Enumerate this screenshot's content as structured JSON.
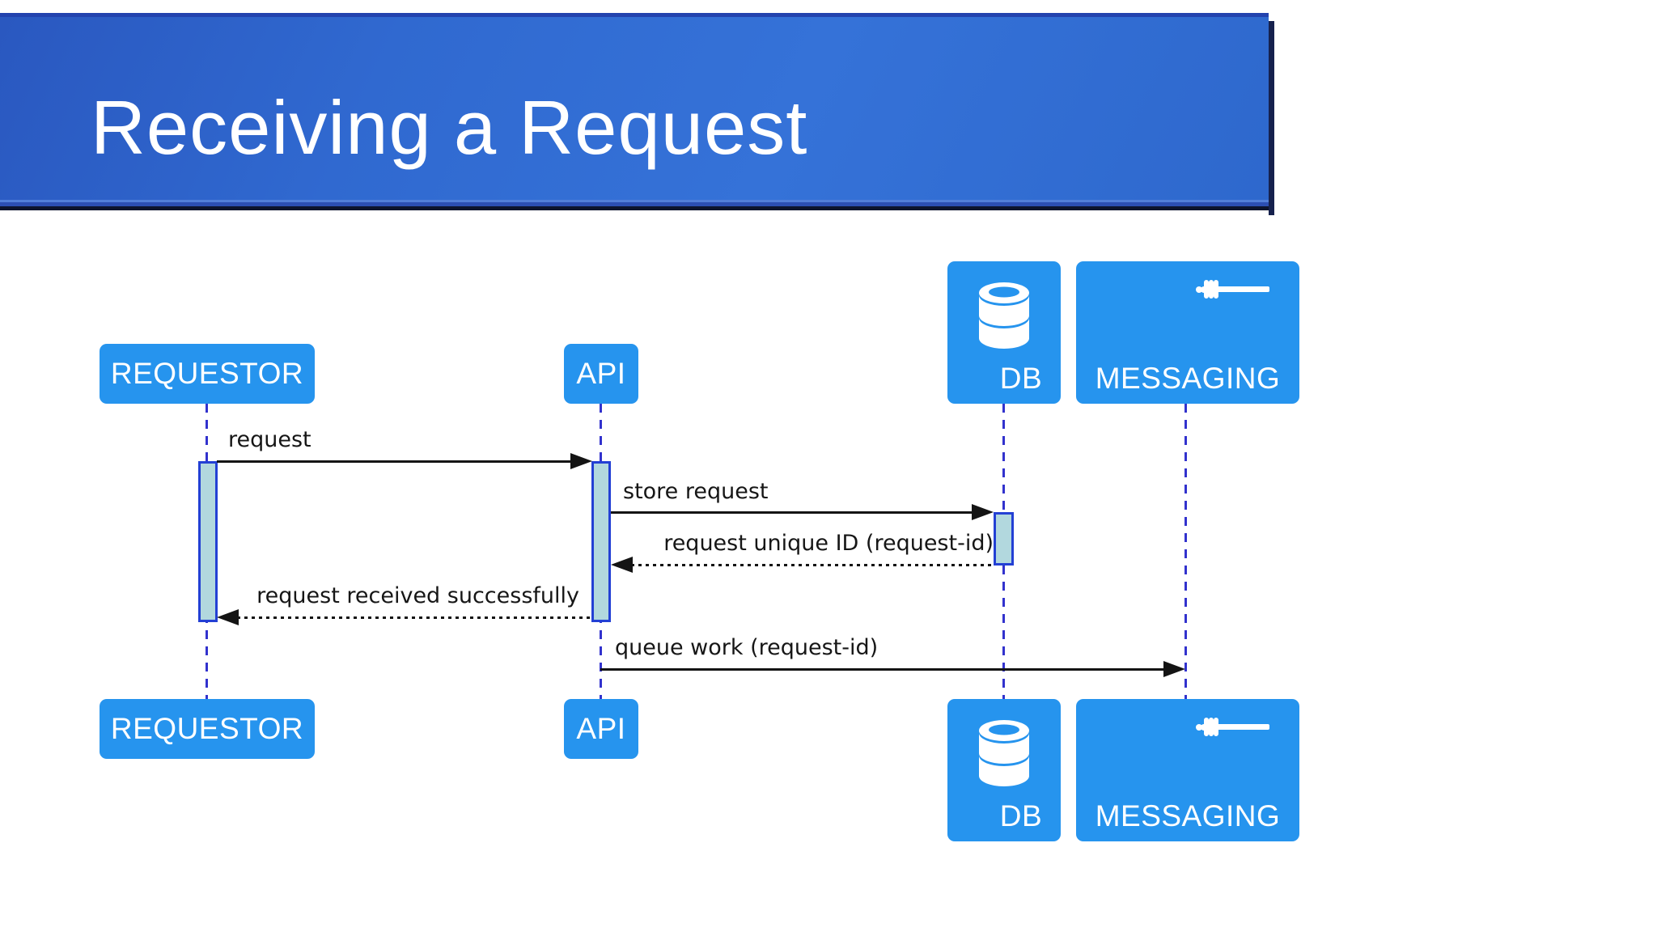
{
  "slide": {
    "title": "Receiving a Request"
  },
  "diagram": {
    "type": "sequence-diagram",
    "actors": [
      {
        "id": "requestor",
        "label": "REQUESTOR",
        "icon": null
      },
      {
        "id": "api",
        "label": "API",
        "icon": null
      },
      {
        "id": "db",
        "label": "DB",
        "icon": "database-icon"
      },
      {
        "id": "messaging",
        "label": "MESSAGING",
        "icon": "server-rack-icon"
      }
    ],
    "messages": [
      {
        "from": "REQUESTOR",
        "to": "API",
        "label": "request",
        "line": "solid"
      },
      {
        "from": "API",
        "to": "DB",
        "label": "store request",
        "line": "solid"
      },
      {
        "from": "DB",
        "to": "API",
        "label": "request unique ID (request-id)",
        "line": "dotted"
      },
      {
        "from": "API",
        "to": "REQUESTOR",
        "label": "request received successfully",
        "line": "dotted"
      },
      {
        "from": "API",
        "to": "MESSAGING",
        "label": "queue work (request-id)",
        "line": "solid"
      }
    ],
    "colors": {
      "actor_box": "#2694ee",
      "actor_text": "#ffffff",
      "banner_top_line": "#2343ae",
      "banner_body": "#3069d0",
      "banner_bevel": "#527fd9",
      "banner_shadow": "#0d142d",
      "activation_fill": "#b2d8de",
      "activation_border": "#2340d4",
      "lifeline": "#3232cd",
      "arrow": "#141414",
      "message_text": "#161616",
      "title_text": "#ffffff"
    }
  }
}
